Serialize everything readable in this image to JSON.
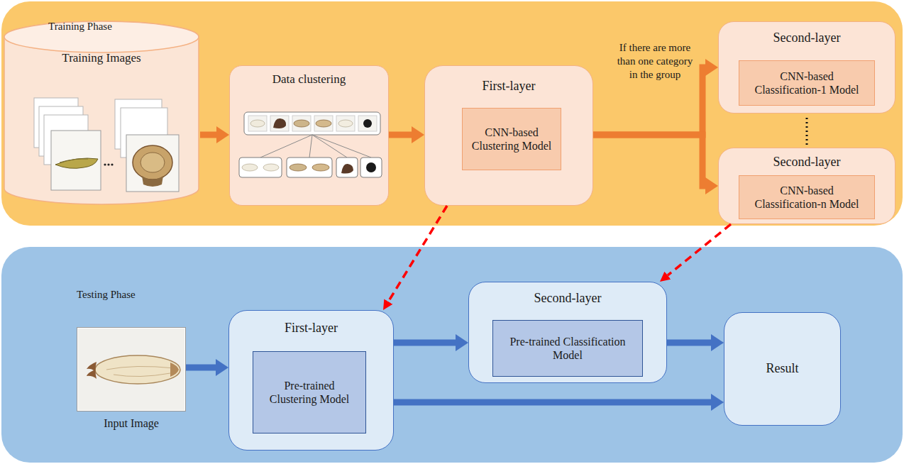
{
  "diagram": {
    "nodes": [
      {
        "text": [
          "Training Phase"
        ]
      },
      {
        "text": [
          "Training Images"
        ],
        "in": 0
      },
      {
        "text": [
          "Data clustering"
        ],
        "in": 0
      },
      {
        "text": [
          "First-layer"
        ],
        "in": 0
      },
      {
        "text": [
          "CNN-based Clustering Model"
        ],
        "in": 3
      },
      {
        "text": [
          "Second-layer"
        ],
        "in": 0
      },
      {
        "text": [
          "CNN-based Classification-1 Model"
        ],
        "in": 5
      },
      {
        "text": [
          "Second-layer"
        ],
        "in": 0
      },
      {
        "text": [
          "CNN-based Classification-n Model"
        ],
        "in": 7
      },
      {
        "text": [
          "Testing Phase"
        ]
      },
      {
        "text": [
          "Input Image"
        ],
        "in": 9
      },
      {
        "text": [
          "First-layer"
        ],
        "in": 9
      },
      {
        "text": [
          "Pre-trained Clustering Model"
        ],
        "in": 11
      },
      {
        "text": [
          "Second-layer"
        ],
        "in": 9
      },
      {
        "text": [
          "Pre-trained Classification Model"
        ],
        "in": 13
      },
      {
        "text": [
          "Result"
        ],
        "in": 9
      }
    ],
    "edges": [
      {
        "from": 1,
        "to": 2,
        "arrow": "to"
      },
      {
        "from": 2,
        "to": 3,
        "arrow": "to"
      },
      {
        "from": 3,
        "to": 5,
        "label": "If there are more than one category in the group",
        "arrow": "to"
      },
      {
        "from": 3,
        "to": 7,
        "arrow": "to"
      },
      {
        "from": 3,
        "to": 11,
        "arrow": "to"
      },
      {
        "from": 7,
        "to": 13,
        "arrow": "to"
      },
      {
        "from": 10,
        "to": 11,
        "arrow": "to"
      },
      {
        "from": 11,
        "to": 13,
        "arrow": "to"
      },
      {
        "from": 13,
        "to": 15,
        "arrow": "to"
      },
      {
        "from": 11,
        "to": 15,
        "arrow": "to"
      }
    ]
  }
}
